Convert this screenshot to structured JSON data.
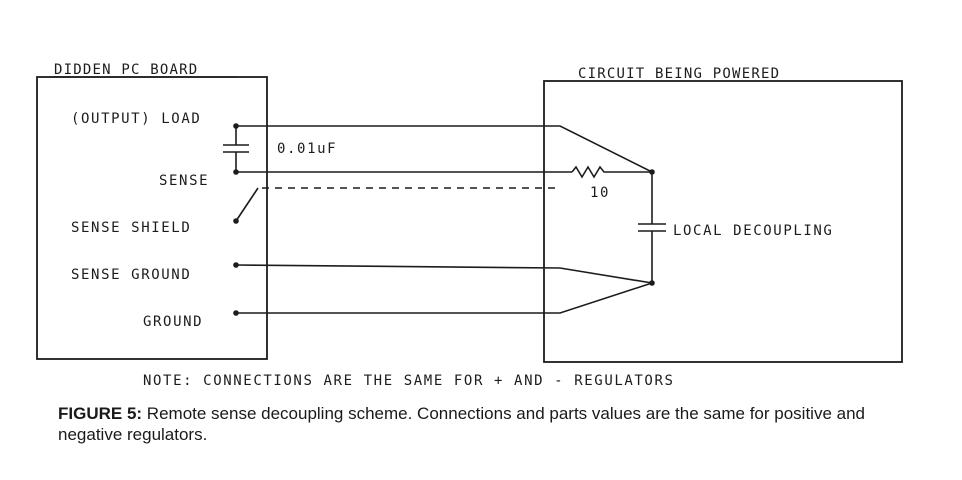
{
  "left_box": {
    "title": "DIDDEN PC BOARD",
    "terminals": {
      "output_load": "(OUTPUT) LOAD",
      "sense": "SENSE",
      "sense_shield": "SENSE SHIELD",
      "sense_ground": "SENSE GROUND",
      "ground": "GROUND"
    }
  },
  "right_box": {
    "title": "CIRCUIT BEING POWERED"
  },
  "components": {
    "capacitor_value": "0.01uF",
    "resistor_value": "10",
    "local_decoupling": "LOCAL DECOUPLING"
  },
  "note": "NOTE: CONNECTIONS ARE THE SAME FOR + AND - REGULATORS",
  "caption": {
    "label": "FIGURE 5:",
    "text": "Remote sense decoupling scheme. Connections and parts values are the same for positive and negative regulators."
  }
}
